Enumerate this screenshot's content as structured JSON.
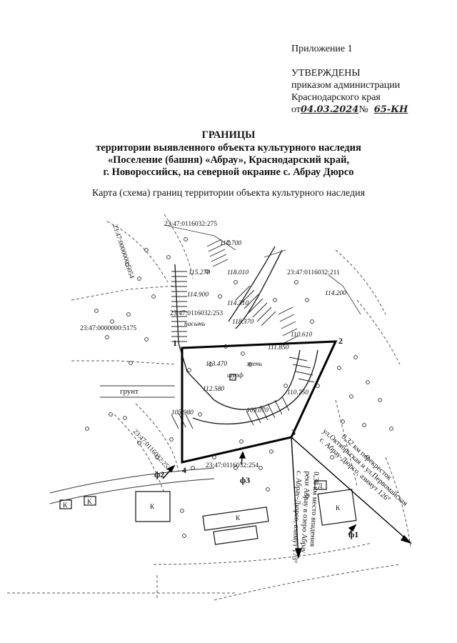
{
  "header": {
    "appendix": "Приложение 1",
    "approved": "УТВЕРЖДЕНЫ",
    "order_line": "приказом администрации",
    "region_line": "Краснодарского края",
    "date_prefix": "от",
    "date_value": "04.03.2024",
    "number_sign": "№",
    "order_number": "65-КН"
  },
  "title": {
    "line1": "ГРАНИЦЫ",
    "line2": "территории выявленного объекта культурного наследия",
    "line3": "«Поселение (башня) «Абрау», Краснодарский край,",
    "line4": "г. Новороссийск, на северной окраине с. Абрау Дюрсо"
  },
  "map": {
    "caption": "Карта (схема) границ территории объекта культурного наследия",
    "parcels": {
      "p275": "23:47:0116032:275",
      "p5054": "23:47:0000000:5054",
      "p211": "23:47:0116032:211",
      "p253": "23:47:0116032:253",
      "p5175": "23:47:0000000:5175",
      "p252": "23:47:0116032:252",
      "p254": "23:47:0116032:254"
    },
    "elevations": {
      "e1": "117.700",
      "e2": "115.270",
      "e3": "118.010",
      "e4": "114.900",
      "e5": "114.310",
      "e6": "118.370",
      "e7": "114.200",
      "e8": "110.610",
      "e9": "111.850",
      "e10": "113.470",
      "e11": "112.580",
      "e12": "110.750",
      "e13": "109.070",
      "e14": "105.980"
    },
    "labels": {
      "pasture": "пасынь",
      "zhen": "жень",
      "shurf": "шурф",
      "ground": "грунт",
      "k1": "К",
      "k2": "К",
      "k3": "К",
      "k4": "К",
      "k5": "К",
      "d1": "Д"
    },
    "points": {
      "pt1": "1",
      "pt2": "2",
      "pt3": "3",
      "pt4": "4"
    },
    "photos": {
      "f1": "ф1",
      "f2": "ф2",
      "f3": "ф3"
    },
    "notes": {
      "dir1_line1": "0,32 км  перекресток",
      "dir1_line2": "ул.Октябрьская и ул.Первомайская",
      "dir1_line3": "с. Абрау-Дюрсо, азимут 126°",
      "dir2_line1": "0,38 км  место впадения",
      "dir2_line2": "реки Абрау в озеро Абрау",
      "dir2_line3": "с. Абрау-Дюрсо, азимут 173°"
    }
  }
}
